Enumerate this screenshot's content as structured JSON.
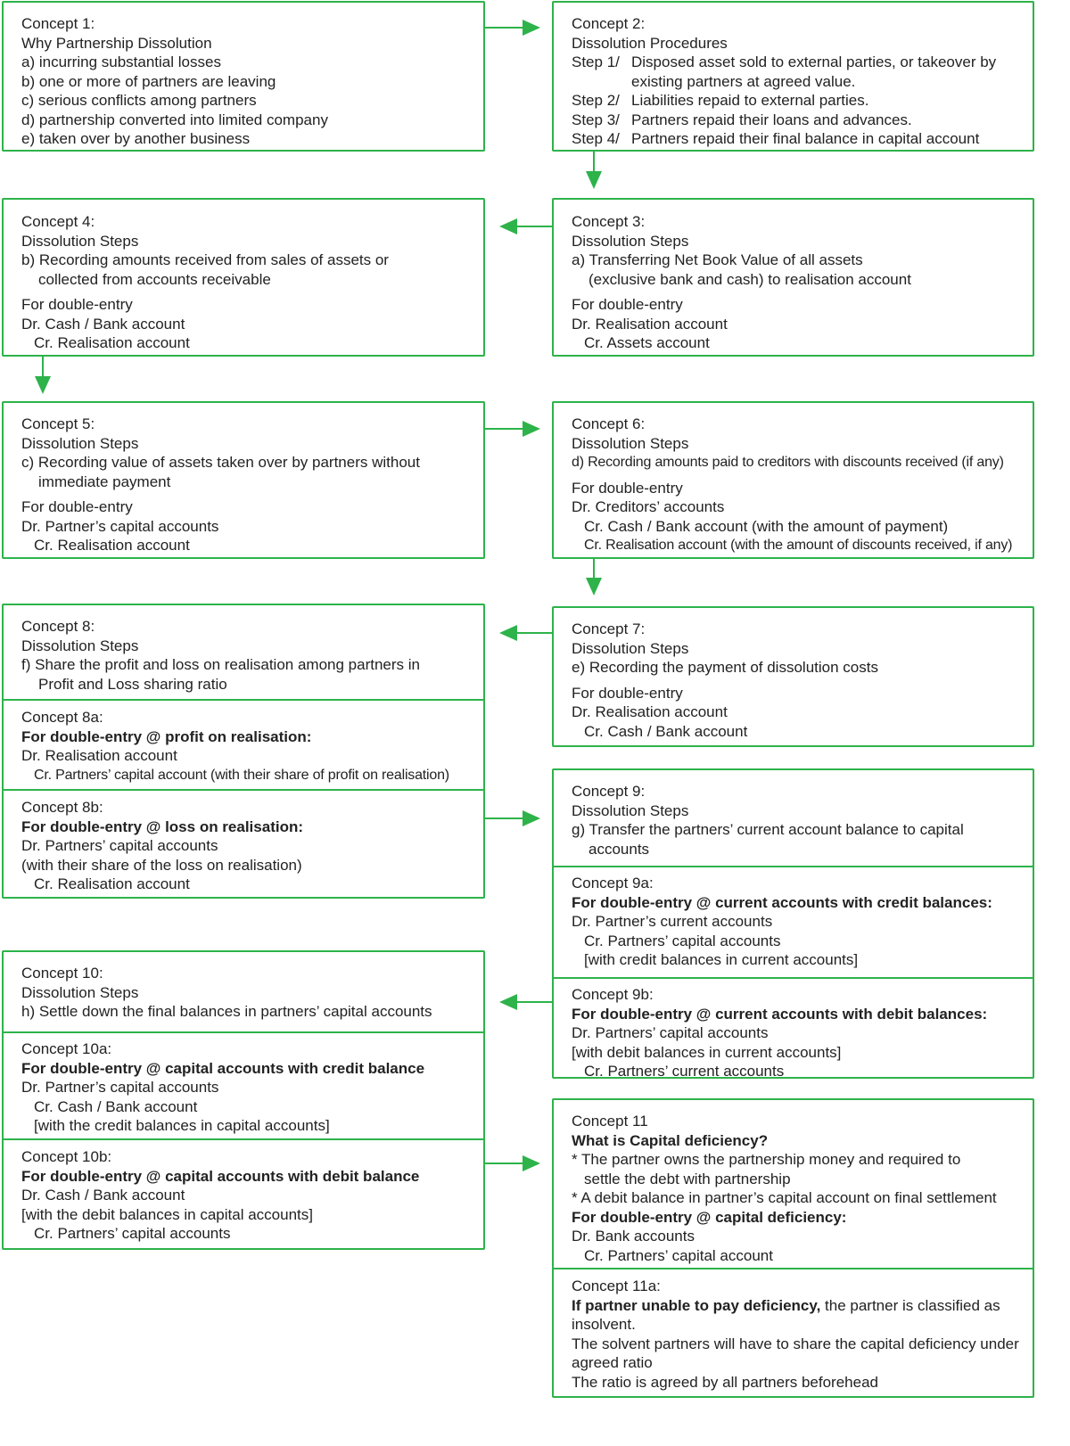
{
  "c1": {
    "title": "Concept 1:",
    "subtitle": "Why Partnership Dissolution",
    "a": "a) incurring substantial losses",
    "b": "b) one or more of partners are leaving",
    "c": "c) serious conflicts among partners",
    "d": "d) partnership converted into limited company",
    "e": "e) taken over by another business"
  },
  "c2": {
    "title": "Concept 2:",
    "subtitle": "Dissolution Procedures",
    "steps": [
      {
        "k": "Step 1/",
        "t": "Disposed asset sold to external parties, or takeover by existing partners at agreed value."
      },
      {
        "k": "Step 2/",
        "t": "Liabilities repaid to external parties."
      },
      {
        "k": "Step 3/",
        "t": "Partners repaid their loans and advances."
      },
      {
        "k": "Step 4/",
        "t": "Partners repaid their final balance in capital account"
      }
    ]
  },
  "c3": {
    "title": "Concept 3:",
    "subtitle": "Dissolution Steps",
    "s1": "a) Transferring Net Book Value of all assets",
    "s2": "(exclusive bank and cash) to realisation account",
    "de": "For double-entry",
    "dr": "Dr. Realisation account",
    "cr": "Cr. Assets account"
  },
  "c4": {
    "title": "Concept 4:",
    "subtitle": "Dissolution Steps",
    "s1": "b) Recording amounts received from sales of assets or",
    "s2": "collected from accounts receivable",
    "de": "For double-entry",
    "dr": "Dr. Cash / Bank account",
    "cr": "Cr. Realisation account"
  },
  "c5": {
    "title": "Concept 5:",
    "subtitle": "Dissolution Steps",
    "s1": "c) Recording value of assets taken over by partners without",
    "s2": "immediate payment",
    "de": "For double-entry",
    "dr": "Dr. Partner’s capital accounts",
    "cr": "Cr. Realisation account"
  },
  "c6": {
    "title": "Concept 6:",
    "subtitle": "Dissolution Steps",
    "s1": "d) Recording amounts paid to creditors with discounts received (if any)",
    "de": "For double-entry",
    "dr": "Dr. Creditors’ accounts",
    "cr1": "Cr. Cash / Bank account (with the amount of payment)",
    "cr2": "Cr. Realisation account (with the amount of discounts received, if any)"
  },
  "c7": {
    "title": "Concept 7:",
    "subtitle": "Dissolution Steps",
    "s1": "e) Recording the payment of dissolution costs",
    "de": "For double-entry",
    "dr": "Dr. Realisation account",
    "cr": "Cr. Cash / Bank account"
  },
  "c8": {
    "title": "Concept 8:",
    "subtitle": "Dissolution Steps",
    "s1": "f) Share the profit and loss on realisation among partners in",
    "s2": "Profit and Loss sharing ratio"
  },
  "c8a": {
    "title": "Concept 8a:",
    "de": "For double-entry @ profit on realisation:",
    "dr": "Dr. Realisation account",
    "cr": "Cr. Partners’ capital account (with their share of profit on realisation)"
  },
  "c8b": {
    "title": "Concept 8b:",
    "de": "For double-entry @ loss on realisation:",
    "dr": "Dr. Partners’ capital accounts",
    "note": "(with their share of the loss on realisation)",
    "cr": "Cr. Realisation account"
  },
  "c9": {
    "title": "Concept 9:",
    "subtitle": "Dissolution Steps",
    "s1": "g) Transfer the partners’ current account balance to capital",
    "s2": "accounts"
  },
  "c9a": {
    "title": "Concept 9a:",
    "de": "For double-entry @ current accounts with credit balances:",
    "dr": "Dr. Partner’s current accounts",
    "cr": "Cr. Partners’ capital accounts",
    "note": "[with credit balances in current accounts]"
  },
  "c9b": {
    "title": "Concept 9b:",
    "de": "For double-entry @ current accounts with debit balances:",
    "dr": "Dr. Partners’ capital accounts",
    "note": "[with debit balances in current accounts]",
    "cr": "Cr. Partners’ current accounts"
  },
  "c10": {
    "title": "Concept 10:",
    "subtitle": "Dissolution Steps",
    "s1": "h) Settle down the final balances in partners’ capital accounts"
  },
  "c10a": {
    "title": "Concept 10a:",
    "de": "For double-entry @ capital accounts with credit balance",
    "dr": "Dr. Partner’s capital accounts",
    "cr": "Cr. Cash / Bank account",
    "note": "[with the credit balances in capital accounts]"
  },
  "c10b": {
    "title": "Concept 10b:",
    "de": "For double-entry @ capital accounts with debit balance",
    "dr": "Dr. Cash / Bank account",
    "note": "[with the debit balances in capital accounts]",
    "cr": "Cr. Partners’ capital accounts"
  },
  "c11": {
    "title": "Concept 11",
    "subtitle": "What is Capital deficiency?",
    "p1": "* The partner owns the partnership money and required to",
    "p1b": "settle the debt with partnership",
    "p2": "* A debit balance in partner’s capital account on final settlement",
    "de": "For double-entry @ capital deficiency:",
    "dr": "Dr. Bank accounts",
    "cr": "Cr. Partners’ capital account"
  },
  "c11a": {
    "title": "Concept 11a:",
    "bold": "If partner unable to pay deficiency,",
    "rest": " the partner is classified as insolvent.",
    "l2": "The solvent partners will have to share the capital deficiency under agreed ratio",
    "l3": "The ratio is agreed by all partners beforehead"
  },
  "colors": {
    "accent": "#2db34a",
    "text": "#222222"
  }
}
